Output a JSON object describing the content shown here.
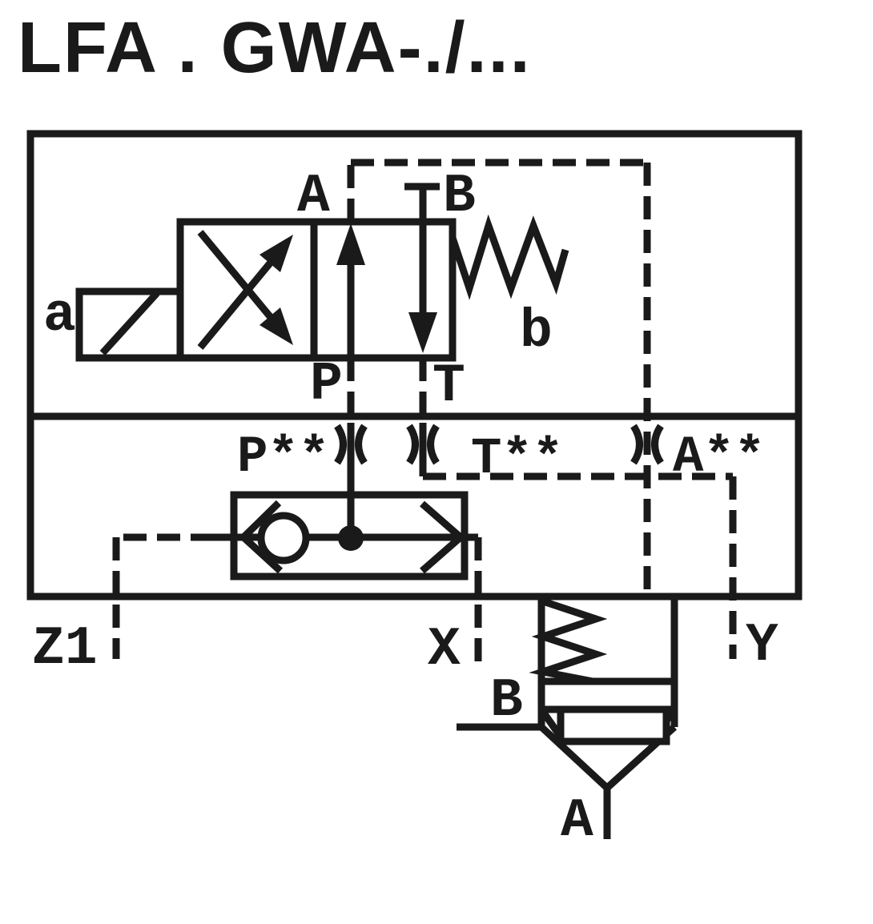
{
  "title": "LFA . GWA-./...",
  "colors": {
    "ink": "#1a1a1a",
    "background": "#ffffff"
  },
  "pilot_valve": {
    "solenoid_label": "a",
    "spring_label": "b",
    "ports": {
      "a": "A",
      "b": "B",
      "p": "P",
      "t": "T"
    }
  },
  "channels": {
    "p": "P**",
    "t": "T**",
    "a": "A**"
  },
  "ports": {
    "z1": "Z1",
    "x": "X",
    "y": "Y",
    "b": "B",
    "a": "A"
  }
}
